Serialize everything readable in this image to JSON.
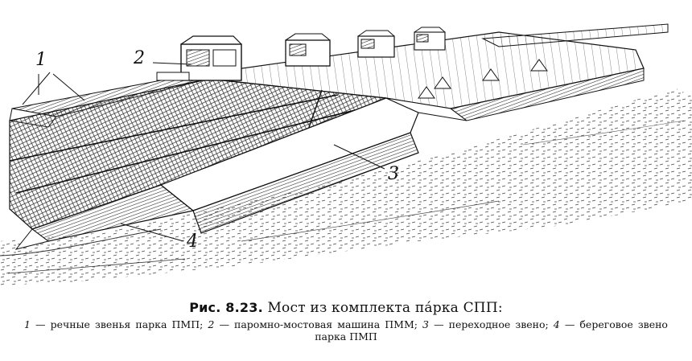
{
  "figure": {
    "callouts": [
      {
        "id": "1",
        "label": "1"
      },
      {
        "id": "2",
        "label": "2"
      },
      {
        "id": "3",
        "label": "3"
      },
      {
        "id": "4",
        "label": "4"
      }
    ]
  },
  "caption": {
    "fig_number": "Рис. 8.23.",
    "title": "Мост из комплекта па́рка СПП:",
    "items": [
      {
        "num": "1",
        "text": "— речные звенья парка ПМП;"
      },
      {
        "num": "2",
        "text": "— паромно-мостовая машина ПММ;"
      },
      {
        "num": "3",
        "text": "— переходное звено;"
      },
      {
        "num": "4",
        "text": "— береговое звено парка ПМП"
      }
    ]
  },
  "colors": {
    "ink": "#111111",
    "paper": "#ffffff"
  },
  "icons": [
    "bridge-illustration"
  ]
}
